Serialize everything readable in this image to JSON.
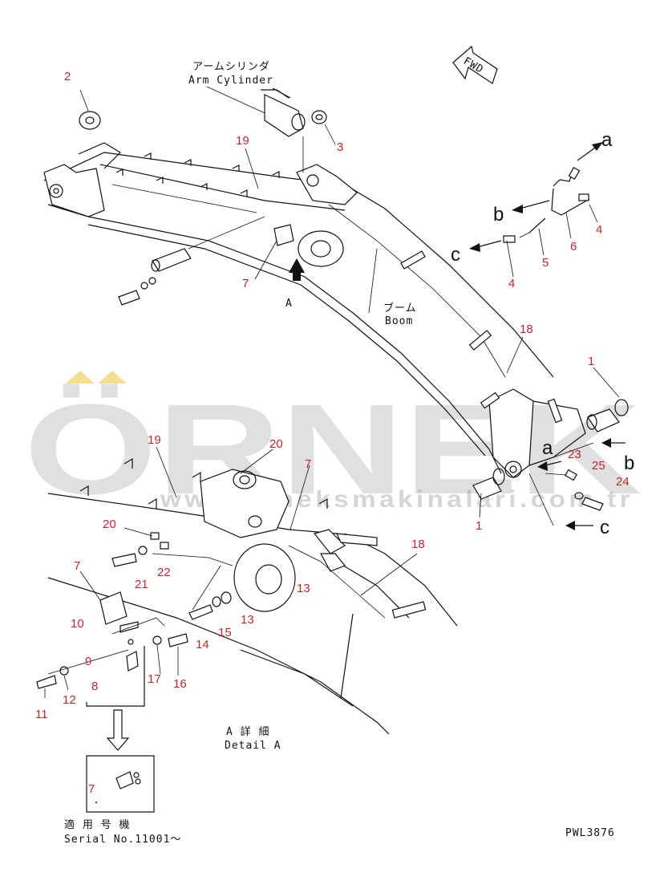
{
  "labels": {
    "arm_cylinder_jp": "アームシリンダ",
    "arm_cylinder_en": "Arm Cylinder",
    "boom_jp": "ブーム",
    "boom_en": "Boom",
    "view_a": "A",
    "detail_a_jp": "A 詳 細",
    "detail_a_en": "Detail A",
    "fwd": "FWD",
    "serial_jp": "適 用 号 機",
    "serial_en": "Serial No.11001～",
    "drawing_code": "PWL3876"
  },
  "arrow_letters": {
    "a_top": "a",
    "b_top": "b",
    "c_top": "c",
    "a_mid": "a",
    "b_mid": "b",
    "c_mid": "c"
  },
  "part_numbers": {
    "p2": "2",
    "p3": "3",
    "p19_top": "19",
    "p7_top": "7",
    "p4_a": "4",
    "p6": "6",
    "p5": "5",
    "p4_b": "4",
    "p18_top": "18",
    "p1_right": "1",
    "p23": "23",
    "p25": "25",
    "p24": "24",
    "p1_left": "1",
    "p19_det": "19",
    "p20_det": "20",
    "p7_det": "7",
    "p18_det": "18",
    "p20_b": "20",
    "p21": "21",
    "p22": "22",
    "p13_a": "13",
    "p13_b": "13",
    "p7_left": "7",
    "p10": "10",
    "p9": "9",
    "p8": "8",
    "p14": "14",
    "p15": "15",
    "p17": "17",
    "p16": "16",
    "p11": "11",
    "p12": "12",
    "p7_box": "7"
  },
  "watermark": {
    "brand": "ÖRNEK",
    "url": "www.orneksmakinalari.com.tr"
  }
}
